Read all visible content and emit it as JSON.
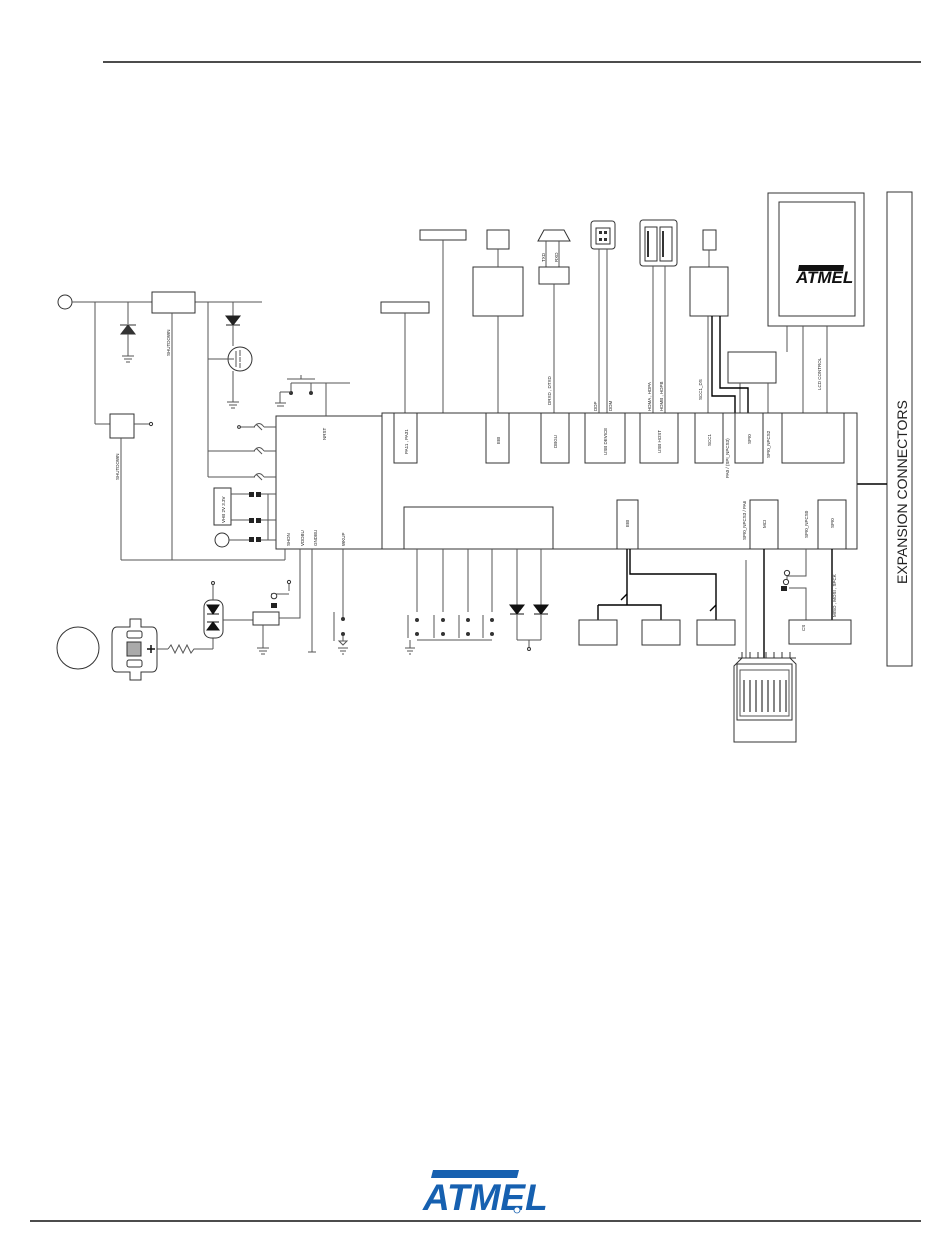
{
  "brand": {
    "logo_text": "ATMEL",
    "color": "#1660b0"
  },
  "header": {
    "rule": true
  },
  "labels": {
    "expansion": "EXPANSION CONNECTORS",
    "shutdown_top": "SHUTDOWN",
    "shutdown_left": "SHUTDOWN",
    "nrst": "NRST",
    "shdn": "SHDN",
    "vddbu": "VDDBU",
    "gndbu": "GNDBU",
    "wkup": "WKUP",
    "pa": "PA11 , PA31",
    "ebi_top": "EBI",
    "dbgu": "DBGU",
    "usb_device": "USB DEVICE",
    "usb_host": "USB HOST",
    "scc1": "SCC1",
    "spi0_top": "SPI0",
    "spi0_npcs2": "SPI0_NPCS2",
    "pa_spi": "PA0 / (SPI_NPCS3)",
    "drxd": "DRXD , DTXD",
    "txd": "TXD",
    "rxd": "RXD",
    "ddp": "DDP",
    "ddm": "DDM",
    "hdma": "HDMA , HDPA",
    "hdmb": "HDMB , HDPB",
    "scc1_ds": "SCC1_DS",
    "lcd_control": "LCD CONTROL",
    "ebi_bottom": "EBI",
    "mci": "MCI",
    "spi_npcs3_pa": "SPI0_NPCS3 / PA6",
    "spi0_bottom": "SPI0",
    "spi0_npcs0": "SPI0_NPCS0",
    "miso": "MISO , MOSI , SPCK",
    "cs": "CS",
    "cpu_v": "VHB 2V 3.3V"
  }
}
